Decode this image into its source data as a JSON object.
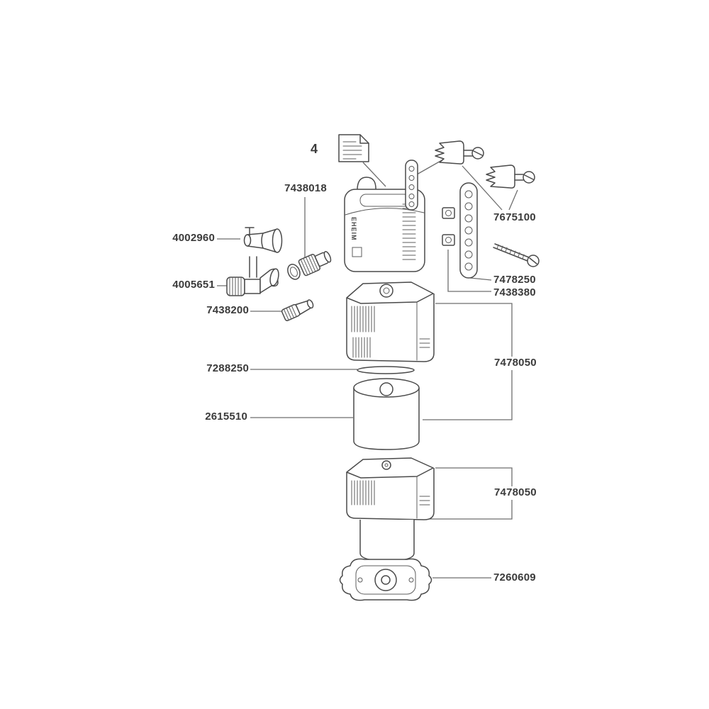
{
  "figure": {
    "number": "4",
    "brand": "EHEIM"
  },
  "part_labels": {
    "coupling": "7438018",
    "suction_cup": "4002960",
    "outlet_elbow": "4005651",
    "nozzle": "7438200",
    "filter_pad": "7288250",
    "foam_cartridge": "2615510",
    "clip_set": "7675100",
    "rail": "7478250",
    "nuts": "7438380",
    "canister_upper": "7478050",
    "canister_lower": "7478050",
    "base_plate": "7260609"
  },
  "colors": {
    "line": "#4a4a4a",
    "leader": "#6e6e6e",
    "label_text": "#3b3b3b",
    "background": "#ffffff"
  }
}
